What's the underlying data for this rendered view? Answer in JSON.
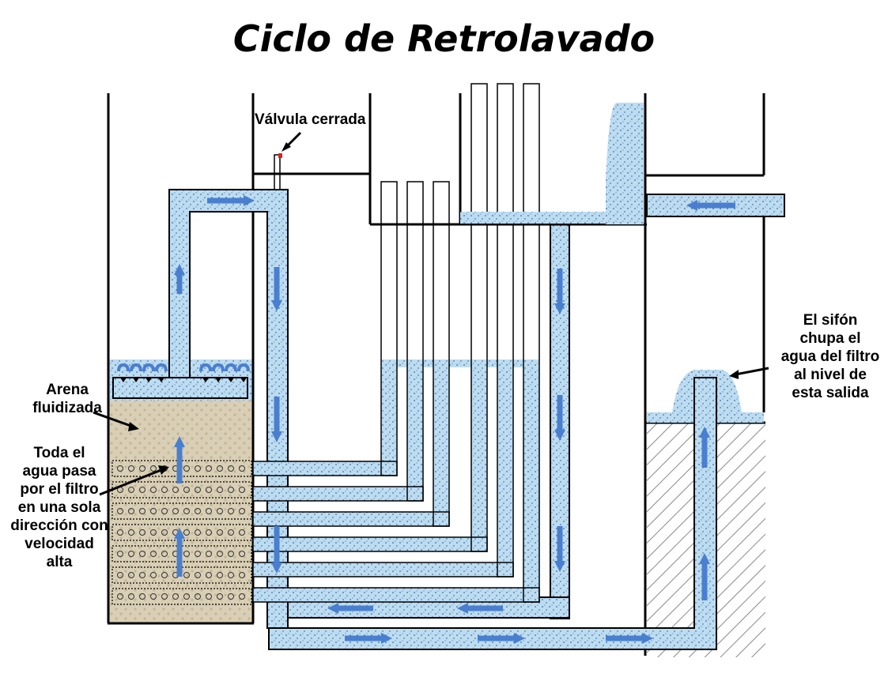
{
  "title": "Ciclo de Retrolavado",
  "labels": {
    "valve": "Válvula cerrada",
    "sand": [
      "Arena",
      "fluidizada"
    ],
    "flow": [
      "Toda el",
      "agua pasa",
      "por el filtro",
      "en una sola",
      "dirección con",
      "velocidad",
      "alta"
    ],
    "siphon": [
      "El sifón",
      "chupa el",
      "agua del filtro",
      "al nivel de",
      "esta salida"
    ]
  },
  "colors": {
    "water": "#bcdcf2",
    "arrow": "#4a7fcf",
    "sand": "#d9cfb6",
    "ink": "#000000",
    "valve_marker": "#e02020"
  }
}
